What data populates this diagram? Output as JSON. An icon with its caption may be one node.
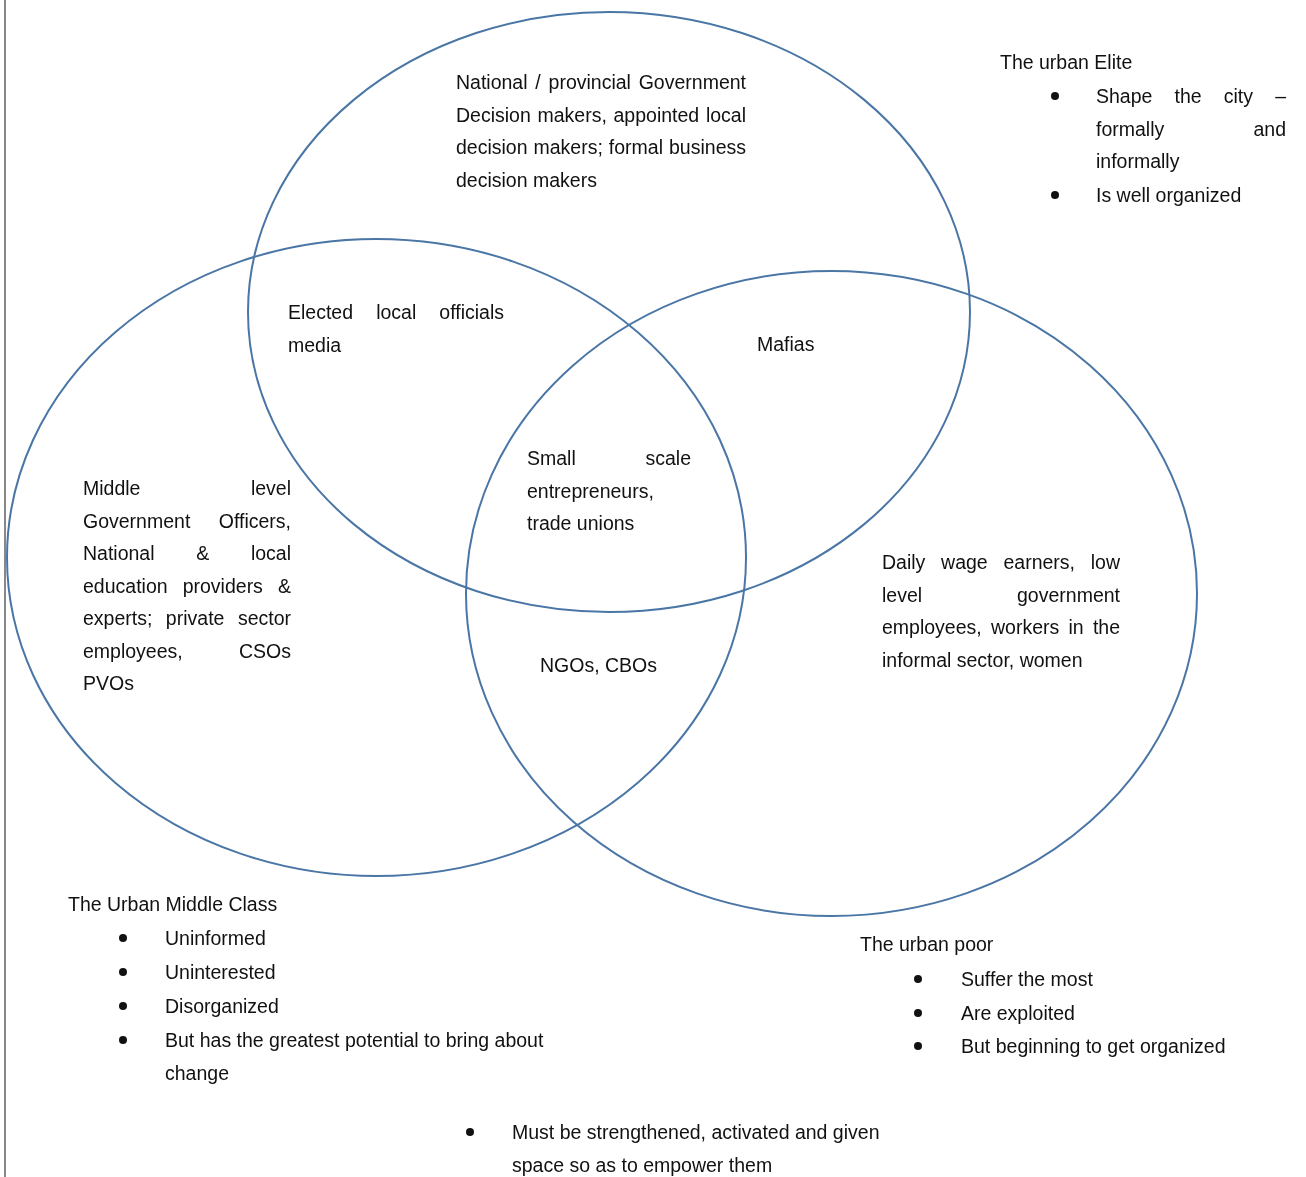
{
  "diagram": {
    "nodes": [
      {
        "text": [
          "National / provincial Government Decision makers, appointed local decision makers; formal business decision makers"
        ]
      },
      {
        "text": [
          "Middle level Government Officers, National & local education providers & experts; private sector employees, CSOs PVOs"
        ]
      },
      {
        "text": [
          "Daily wage earners, low level government employees, workers in the informal sector, women"
        ]
      }
    ],
    "labels": [
      "The urban Elite",
      "Shape the city – formally and informally",
      "Is well organized",
      "Elected local officials media",
      "Mafias",
      "Small scale entrepreneurs, trade unions",
      "NGOs, CBOs",
      "The Urban Middle Class",
      "Uninformed",
      "Uninterested",
      "Disorganized",
      "But has the greatest potential to bring about change",
      "The urban poor",
      "Suffer the most",
      "Are exploited",
      "But beginning to get organized",
      "Must be strengthened, activated and given space so as to empower them"
    ]
  }
}
